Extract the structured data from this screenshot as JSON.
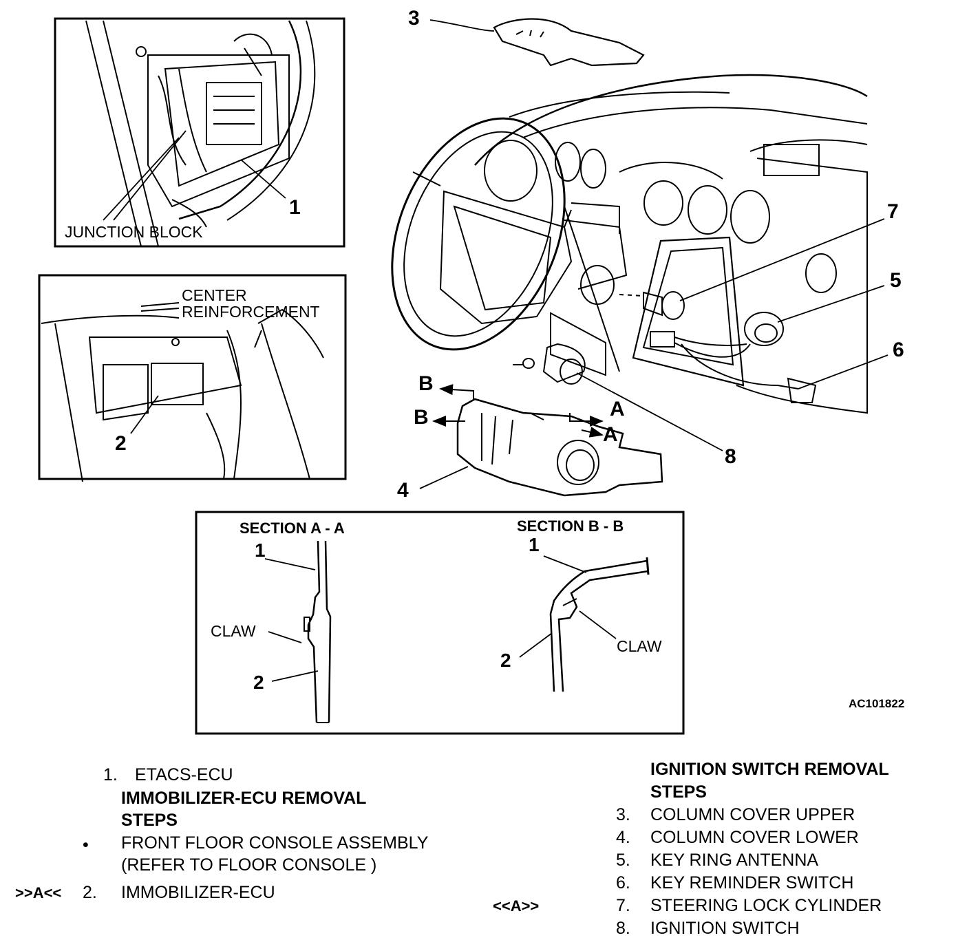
{
  "figure_id": "AC101822",
  "inset_junction": {
    "label": "JUNCTION BLOCK",
    "callout": "1"
  },
  "inset_center": {
    "label_line1": "CENTER",
    "label_line2": "REINFORCEMENT",
    "callout": "2"
  },
  "main_callouts": {
    "c3": "3",
    "c4": "4",
    "c5": "5",
    "c6": "6",
    "c7": "7",
    "c8": "8",
    "a_top": "A",
    "a_bottom": "A",
    "b_top": "B",
    "b_bottom": "B"
  },
  "section_box": {
    "section_a_title": "SECTION A - A",
    "section_b_title": "SECTION B - B",
    "a_num1": "1",
    "a_claw": "CLAW",
    "a_num2": "2",
    "b_num1": "1",
    "b_claw": "CLAW",
    "b_num2": "2"
  },
  "legend_left": {
    "item1_num": "1.",
    "item1_text": "ETACS-ECU",
    "heading_line1": "IMMOBILIZER-ECU REMOVAL",
    "heading_line2": "STEPS",
    "bullet": "•",
    "step_a_line1": "FRONT FLOOR CONSOLE ASSEMBLY",
    "step_a_line2": "(REFER TO FLOOR CONSOLE )",
    "step2_note": ">>A<<",
    "step2_num": "2.",
    "step2_text": "IMMOBILIZER-ECU"
  },
  "legend_right": {
    "heading_line1": "IGNITION SWITCH REMOVAL",
    "heading_line2": "STEPS",
    "note": "<<A>>",
    "steps": [
      {
        "num": "3.",
        "text": "COLUMN COVER UPPER"
      },
      {
        "num": "4.",
        "text": "COLUMN COVER LOWER"
      },
      {
        "num": "5.",
        "text": "KEY RING ANTENNA"
      },
      {
        "num": "6.",
        "text": "KEY REMINDER SWITCH"
      },
      {
        "num": "7.",
        "text": "STEERING LOCK CYLINDER"
      },
      {
        "num": "8.",
        "text": "IGNITION SWITCH"
      }
    ]
  }
}
